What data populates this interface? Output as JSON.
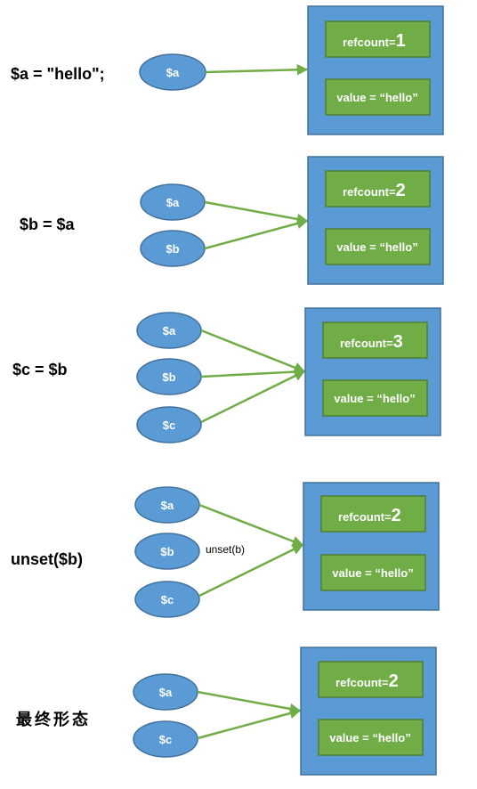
{
  "panels": [
    {
      "statement": "$a = \"hello\";",
      "variables": [
        "$a"
      ],
      "refcount_label": "refcount=",
      "refcount_value": "1",
      "value_text": "value = “hello”"
    },
    {
      "statement": "$b = $a",
      "variables": [
        "$a",
        "$b"
      ],
      "refcount_label": "refcount=",
      "refcount_value": "2",
      "value_text": "value = “hello”"
    },
    {
      "statement": "$c = $b",
      "variables": [
        "$a",
        "$b",
        "$c"
      ],
      "refcount_label": "refcount=",
      "refcount_value": "3",
      "value_text": "value = “hello”"
    },
    {
      "statement": "unset($b)",
      "variables": [
        "$a",
        "$b",
        "$c"
      ],
      "note": "unset(b)",
      "refcount_label": "refcount=",
      "refcount_value": "2",
      "value_text": "value = “hello”"
    },
    {
      "statement": "最终形态",
      "variables": [
        "$a",
        "$c"
      ],
      "refcount_label": "refcount=",
      "refcount_value": "2",
      "value_text": "value = “hello”"
    }
  ],
  "colors": {
    "blue_fill": "#5b9bd5",
    "blue_stroke": "#41719c",
    "green_fill": "#70ad47",
    "green_stroke": "#507e32",
    "arrow": "#70ad47"
  }
}
